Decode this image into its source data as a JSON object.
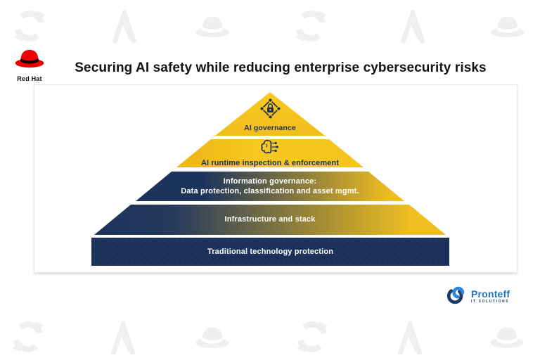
{
  "header": {
    "title": "Securing AI safety while reducing enterprise cybersecurity risks",
    "redhat_label": "Red Hat"
  },
  "pyramid": {
    "layer1": {
      "label": "AI governance",
      "icon": "governance-lock-icon"
    },
    "layer2": {
      "label": "AI runtime inspection & enforcement",
      "icon": "ai-brain-circuit-icon"
    },
    "layer3": {
      "line1": "Information governance:",
      "line2": "Data protection, classification and asset mgmt."
    },
    "layer4": {
      "label": "Infrastructure and stack"
    },
    "layer5": {
      "label": "Traditional technology protection"
    }
  },
  "footer": {
    "company": "Pronteff",
    "tagline": "IT SOLUTIONS"
  },
  "icons": {
    "watermarks": [
      "openshift-sync-icon",
      "ansible-a-icon",
      "redhat-fedora-icon"
    ]
  },
  "colors": {
    "gold": "#F5C21D",
    "navy": "#1B3159",
    "gradient_left": "#1C335C",
    "gradient_right": "#EFBE20",
    "redhat_red": "#EE0000",
    "pronteff_blue": "#2470C2",
    "pronteff_navy": "#1B3A66",
    "watermark_gray": "#EFEFEF"
  }
}
